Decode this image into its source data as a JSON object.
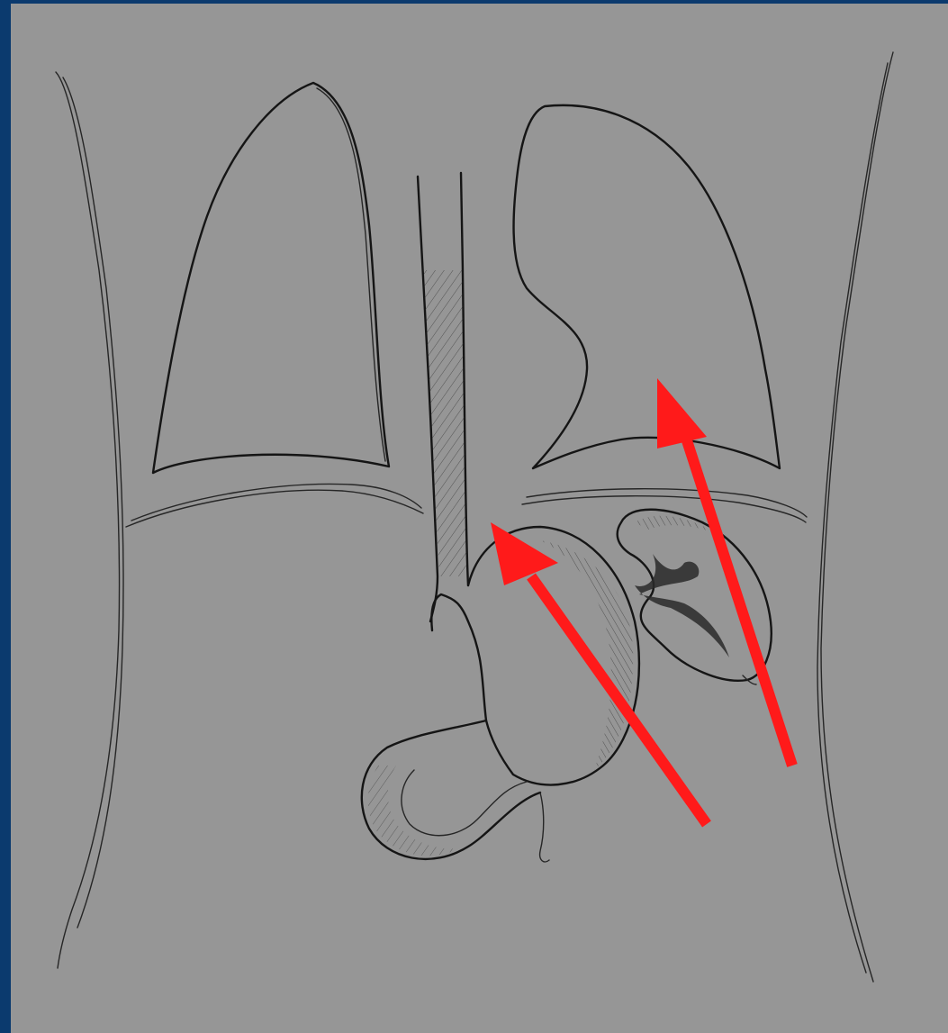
{
  "figure": {
    "subject": "torso-outline",
    "colors": {
      "border": "#0b3a6e",
      "background": "#969696",
      "ink": "#151515",
      "arrow": "#ff1a1a"
    },
    "arrows": [
      {
        "name": "arrow-to-gastroesophageal-junction",
        "target": "esophagus-stomach-junction"
      },
      {
        "name": "arrow-to-left-lung-base",
        "target": "left-lung-lower-lobe"
      }
    ]
  }
}
